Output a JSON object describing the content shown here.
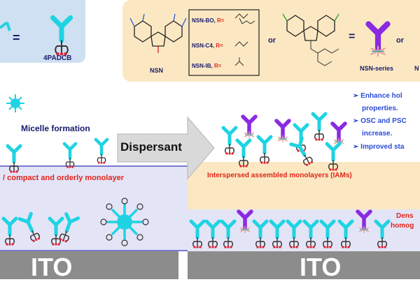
{
  "colors": {
    "cyan": "#1fd3e3",
    "purple": "#8a2be2",
    "navy": "#1a1a6e",
    "red": "#e0241a",
    "ito_gray": "#8c8c8c",
    "panel_lavender": "#e4e4f7",
    "panel_cream": "#fbe8c2",
    "panel_blue": "#cfe0f2"
  },
  "top_left": {
    "equals_sign": "=",
    "molecule_label": "4PADCB"
  },
  "top_right": {
    "core_label": "NSN",
    "variants": [
      {
        "name": "NSN-BO, ",
        "r": "R="
      },
      {
        "name": "NSN-C4, ",
        "r": "R="
      },
      {
        "name": "NSN-IB, ",
        "r": "R="
      }
    ],
    "or_1": "or",
    "equals_sign": "=",
    "series_label": "NSN-series",
    "or_2": "or",
    "partial_label": "N"
  },
  "left": {
    "micelle_label": "Micelle formation",
    "monolayer_label": "/ compact and orderly monolayer",
    "substrate_label": "ITO"
  },
  "center": {
    "arrow_label": "Dispersant"
  },
  "right": {
    "benefits": [
      "Enhance hol",
      "properties.",
      "OSC and PSC",
      "increase.",
      "Improved sta"
    ],
    "iams_label": "Interspersed assembled monolayers (IAMs)",
    "dense_label": "Dens",
    "homog_label": "homog",
    "substrate_label": "ITO"
  }
}
